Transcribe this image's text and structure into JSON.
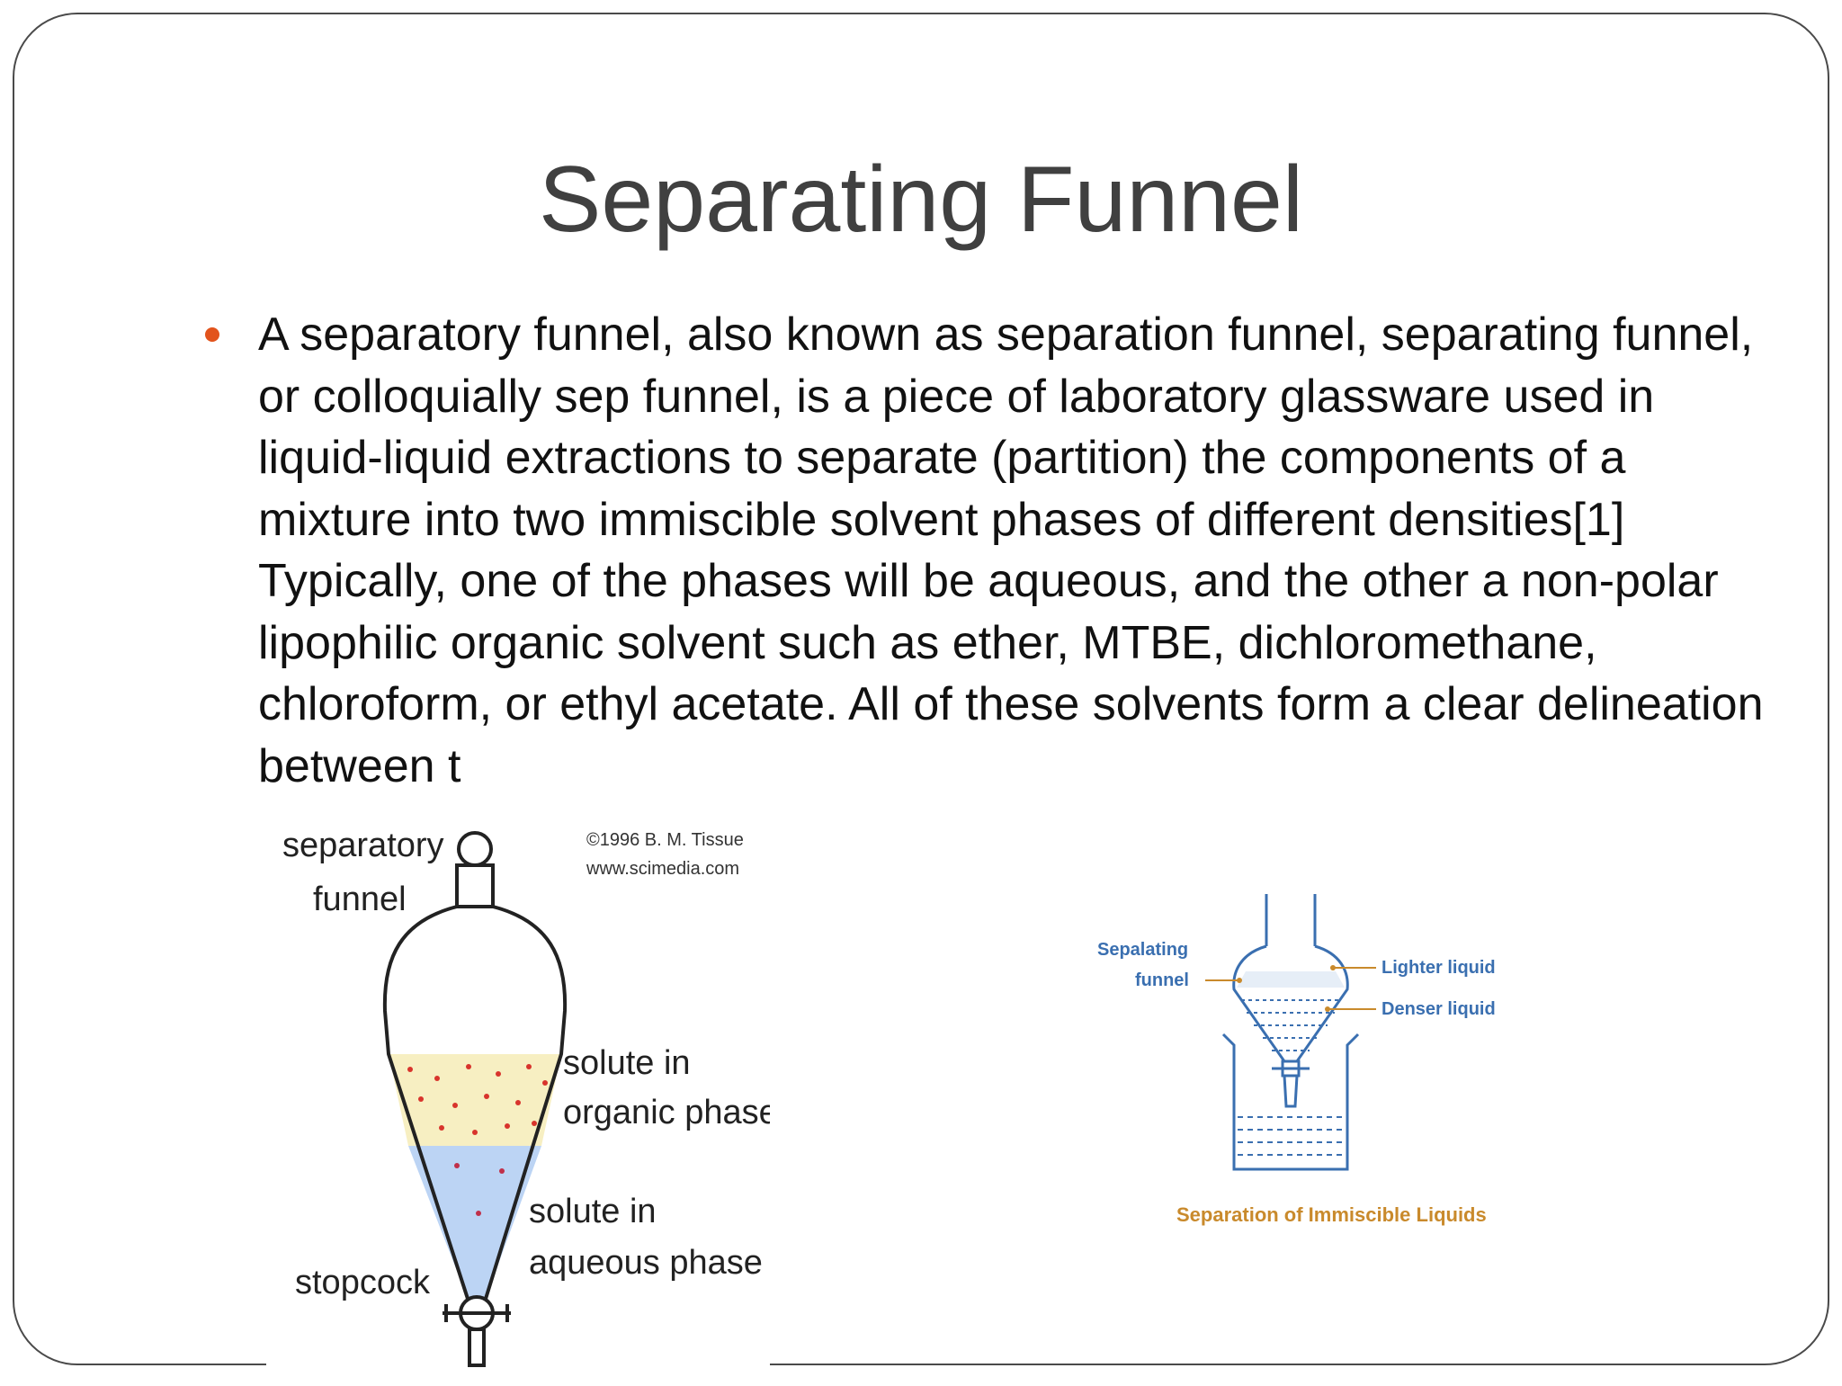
{
  "slide": {
    "title": "Separating Funnel",
    "body": "A separatory funnel, also known as separation funnel, separating funnel, or colloquially sep funnel, is a piece of laboratory glassware used in liquid-liquid extractions to separate (partition) the components of a mixture into two immiscible solvent phases of different densities[1] Typically, one of the phases will be aqueous, and the other a non-polar lipophilic organic solvent such as ether, MTBE, dichloromethane, chloroform, or ethyl acetate. All of these solvents form a clear delineation between t",
    "bullet_color": "#e2531c"
  },
  "figure_left": {
    "label_funnel_line1": "separatory",
    "label_funnel_line2": "funnel",
    "copyright_line1": "©1996 B. M. Tissue",
    "copyright_line2": "www.scimedia.com",
    "label_organic_line1": "solute in",
    "label_organic_line2": "organic phase",
    "label_aqueous_line1": "solute in",
    "label_aqueous_line2": "aqueous phase",
    "label_stopcock": "stopcock"
  },
  "figure_right": {
    "label_funnel_line1": "Sepalating",
    "label_funnel_line2": "funnel",
    "label_lighter": "Lighter liquid",
    "label_denser": "Denser liquid",
    "caption": "Separation of Immiscible Liquids"
  }
}
